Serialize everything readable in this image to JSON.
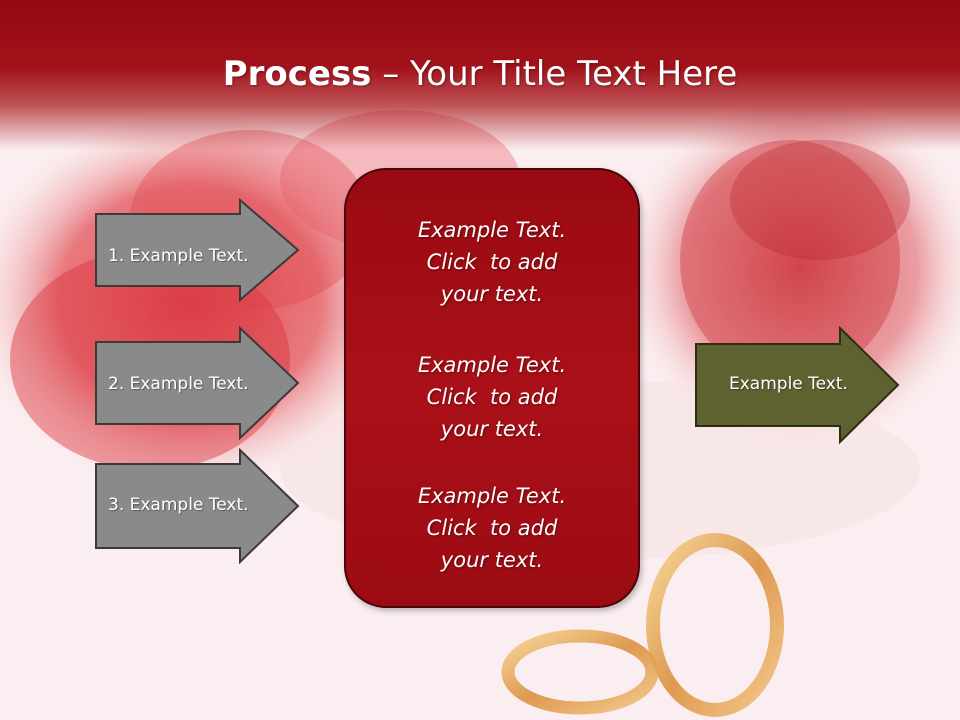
{
  "slide": {
    "title_bold": "Process",
    "title_rest": " – Your Title Text Here"
  },
  "left_arrows": [
    {
      "label": "1. Example Text."
    },
    {
      "label": "2. Example Text."
    },
    {
      "label": "3. Example Text."
    }
  ],
  "center_box": {
    "paragraphs": [
      {
        "line1": "Example Text.",
        "line2": "Click  to add",
        "line3": "your text."
      },
      {
        "line1": "Example Text.",
        "line2": "Click  to add",
        "line3": "your text."
      },
      {
        "line1": "Example Text.",
        "line2": "Click  to add",
        "line3": "your text."
      }
    ]
  },
  "right_arrow": {
    "label": "Example Text."
  },
  "colors": {
    "title_band": "#a3121a",
    "gray_arrow": "#8a8a8a",
    "center_box": "#aa1018",
    "olive_arrow": "#5e6230"
  },
  "background": {
    "image_subject": "red roses and gold wedding rings"
  }
}
